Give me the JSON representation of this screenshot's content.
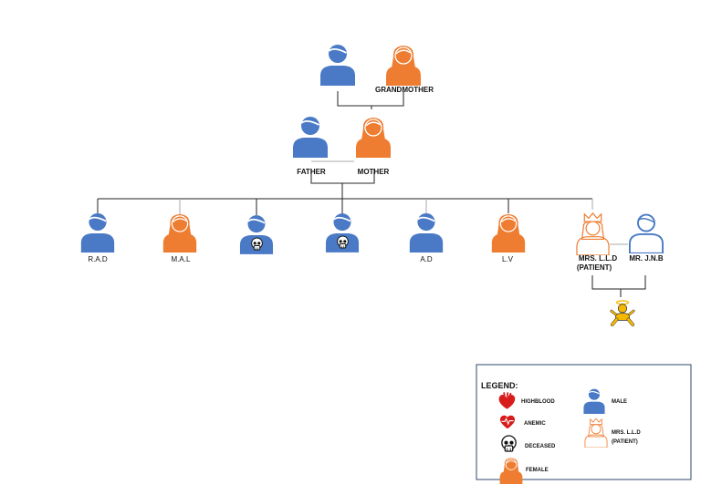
{
  "colors": {
    "male": "#4a7ac6",
    "female": "#ee7d31",
    "baby": "#f5b800",
    "heart": "#d81b1b",
    "skull": "#111111",
    "line": "#222222"
  },
  "grandparents": {
    "grandfather_label": "",
    "grandmother_label": "GRANDMOTHER"
  },
  "parents": {
    "father_label": "FATHER",
    "mother_label": "MOTHER"
  },
  "siblings": [
    {
      "label": "R.A.D",
      "gender": "male",
      "deceased": false
    },
    {
      "label": "M.A.L",
      "gender": "female",
      "deceased": false
    },
    {
      "label": "",
      "gender": "male",
      "deceased": true
    },
    {
      "label": "",
      "gender": "male",
      "deceased": true
    },
    {
      "label": "A.D",
      "gender": "male",
      "deceased": false
    },
    {
      "label": "L.V",
      "gender": "female",
      "deceased": false
    }
  ],
  "patient": {
    "label_line1": "MRS.  L.L.D",
    "label_line2": "(PATIENT)"
  },
  "spouse": {
    "label": "MR. J.N.B"
  },
  "child": {
    "label": ""
  },
  "legend": {
    "title": "LEGEND:",
    "items": [
      {
        "label": "HIGHBLOOD",
        "icon": "heart-organ-icon"
      },
      {
        "label": "ANEMIC",
        "icon": "heart-pulse-icon"
      },
      {
        "label": "DECEASED",
        "icon": "skull-icon"
      },
      {
        "label": "FEMALE",
        "icon": "female-person-icon"
      },
      {
        "label": "MALE",
        "icon": "male-person-icon"
      },
      {
        "label": "MRS. L.L.D",
        "label2": "(PATIENT)",
        "icon": "crowned-female-outline-icon"
      }
    ]
  }
}
